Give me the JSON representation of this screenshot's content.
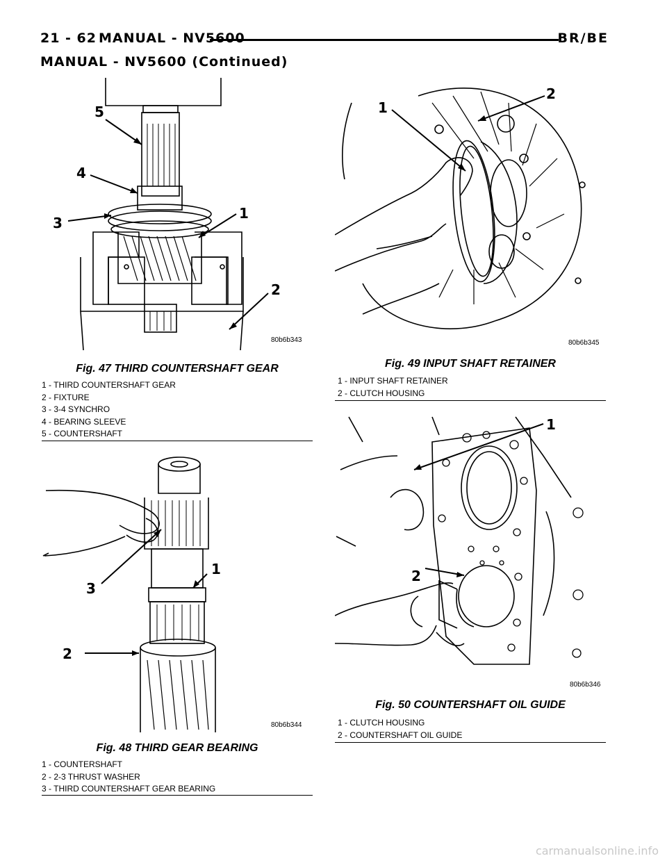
{
  "header": {
    "page_number": "21 - 62",
    "manual_title": "MANUAL - NV5600",
    "model": "BR/BE",
    "continued": "MANUAL - NV5600 (Continued)"
  },
  "figures": [
    {
      "id_code": "80b6b343",
      "caption": "Fig. 47 THIRD COUNTERSHAFT GEAR",
      "callouts": [
        "5",
        "4",
        "3",
        "1",
        "2"
      ],
      "legend": [
        "1 - THIRD COUNTERSHAFT GEAR",
        "2 - FIXTURE",
        "3 - 3-4 SYNCHRO",
        "4 - BEARING SLEEVE",
        "5 - COUNTERSHAFT"
      ]
    },
    {
      "id_code": "80b6b344",
      "caption": "Fig. 48 THIRD GEAR BEARING",
      "callouts": [
        "1",
        "3",
        "2"
      ],
      "legend": [
        "1 - COUNTERSHAFT",
        "2 - 2-3 THRUST WASHER",
        "3 - THIRD COUNTERSHAFT GEAR BEARING"
      ]
    },
    {
      "id_code": "80b6b345",
      "caption": "Fig. 49 INPUT SHAFT RETAINER",
      "callouts": [
        "1",
        "2"
      ],
      "legend": [
        "1 - INPUT SHAFT RETAINER",
        "2 - CLUTCH HOUSING"
      ]
    },
    {
      "id_code": "80b6b346",
      "caption": "Fig. 50 COUNTERSHAFT OIL GUIDE",
      "callouts": [
        "1",
        "2"
      ],
      "legend": [
        "1 - CLUTCH HOUSING",
        "2 - COUNTERSHAFT OIL GUIDE"
      ]
    }
  ],
  "footer": {
    "watermark": "carmanualsonline.info"
  }
}
